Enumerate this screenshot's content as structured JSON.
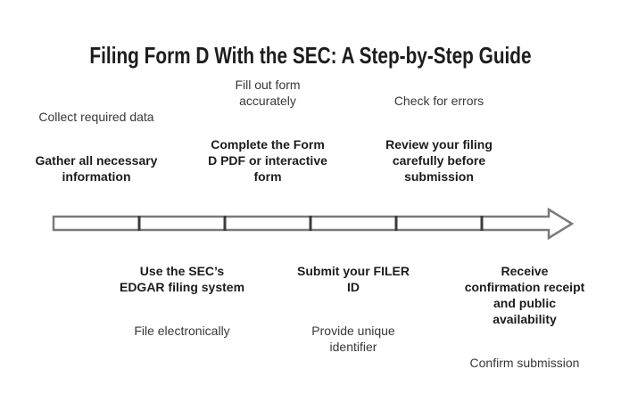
{
  "title": "Filing Form D With the SEC: A Step-by-Step Guide",
  "timeline": {
    "direction": "left-to-right",
    "segment_count": 6,
    "colors": {
      "background": "#ffffff",
      "title_text": "#1d1d1d",
      "step_label_text": "#1c1c1c",
      "step_description_text": "#383838",
      "arrow_outline": "#7a7a7a",
      "arrow_fill": "#ffffff",
      "tick_mark": "#3c3c3c"
    },
    "steps": [
      {
        "position": "above",
        "description": "Collect required data",
        "label": "Gather all necessary\ninformation"
      },
      {
        "position": "below",
        "label": "Use the SEC’s\nEDGAR filing system",
        "description": "File electronically"
      },
      {
        "position": "above",
        "description": "Fill out form\naccurately",
        "label": "Complete the Form\nD PDF or interactive\nform"
      },
      {
        "position": "below",
        "label": "Submit your FILER\nID",
        "description": "Provide unique\nidentifier"
      },
      {
        "position": "above",
        "description": "Check for errors",
        "label": "Review your filing\ncarefully before\nsubmission"
      },
      {
        "position": "below",
        "label": "Receive\nconfirmation receipt\nand public\navailability",
        "description": "Confirm submission"
      }
    ]
  }
}
